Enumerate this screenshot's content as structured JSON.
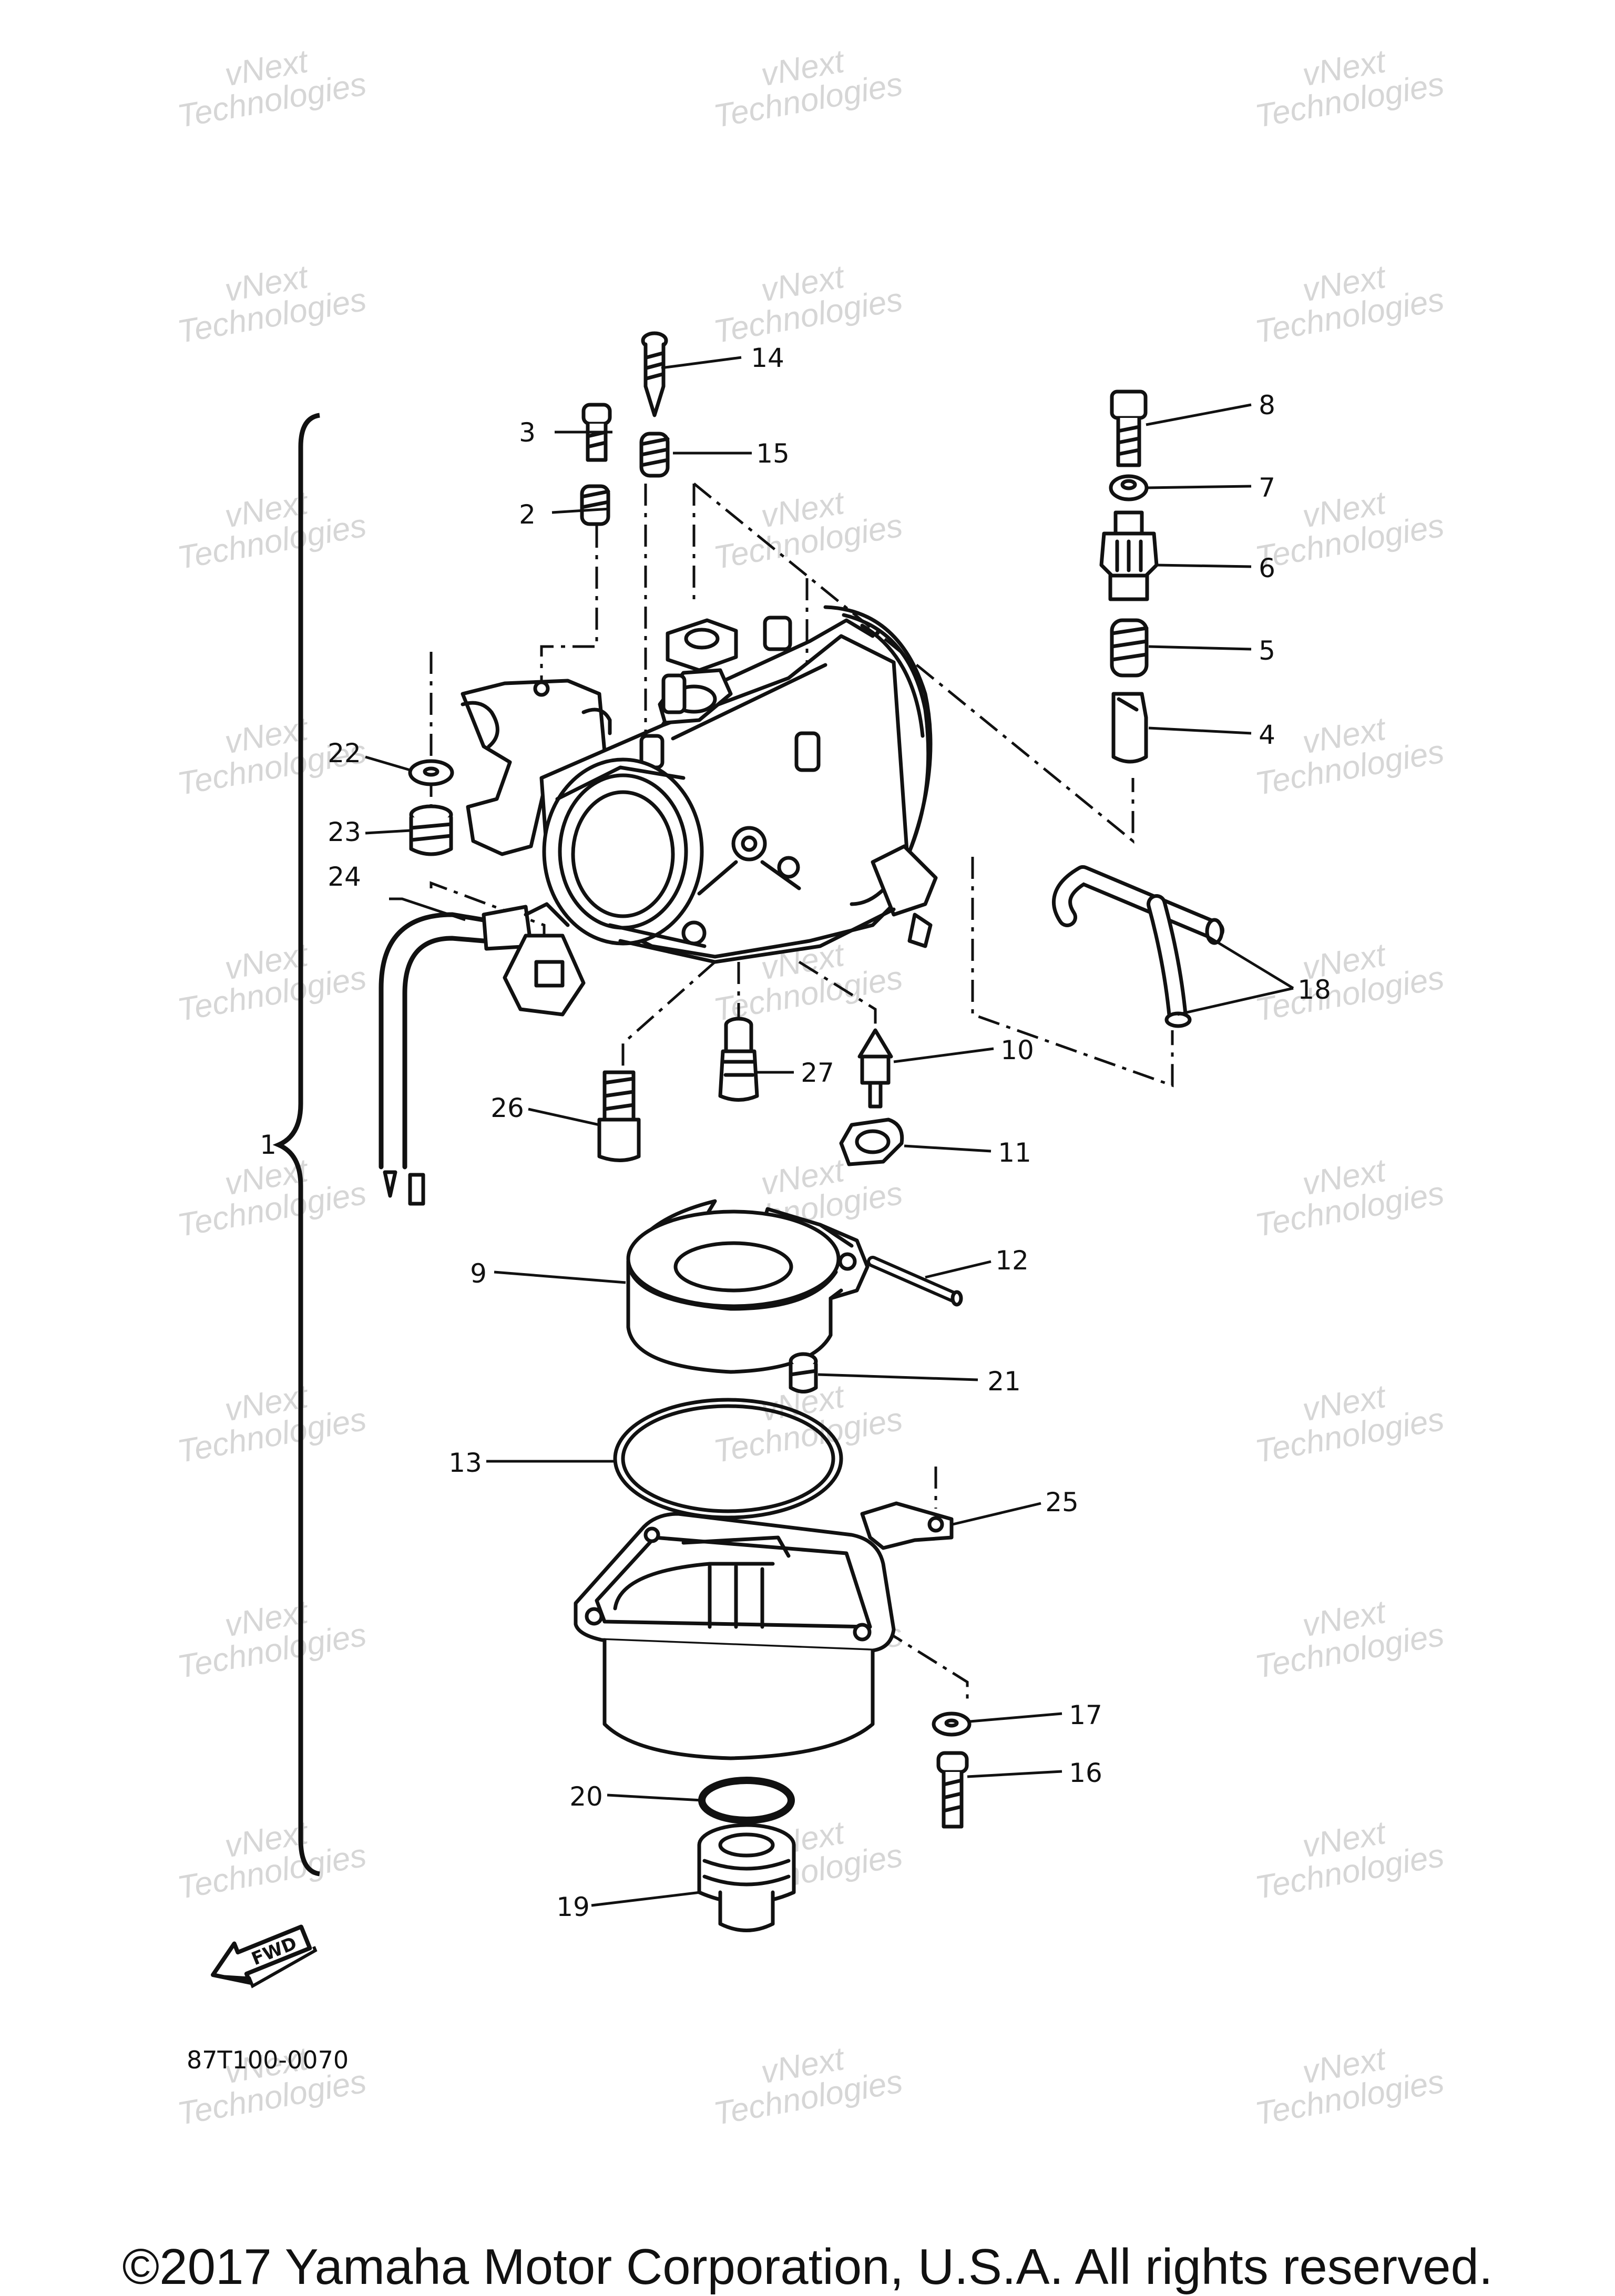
{
  "diagram_code": "87T100-0070",
  "copyright": "©2017 Yamaha Motor Corporation, U.S.A. All rights reserved.",
  "fwd_label": "FWD",
  "watermark": {
    "line1": "vNext",
    "line2": "Technologies"
  },
  "callouts": {
    "c1": "1",
    "c2": "2",
    "c3": "3",
    "c4": "4",
    "c5": "5",
    "c6": "6",
    "c7": "7",
    "c8": "8",
    "c9": "9",
    "c10": "10",
    "c11": "11",
    "c12": "12",
    "c13": "13",
    "c14": "14",
    "c15": "15",
    "c16": "16",
    "c17": "17",
    "c18": "18",
    "c19": "19",
    "c20": "20",
    "c21": "21",
    "c22": "22",
    "c23": "23",
    "c24": "24",
    "c25": "25",
    "c26": "26",
    "c27": "27"
  }
}
